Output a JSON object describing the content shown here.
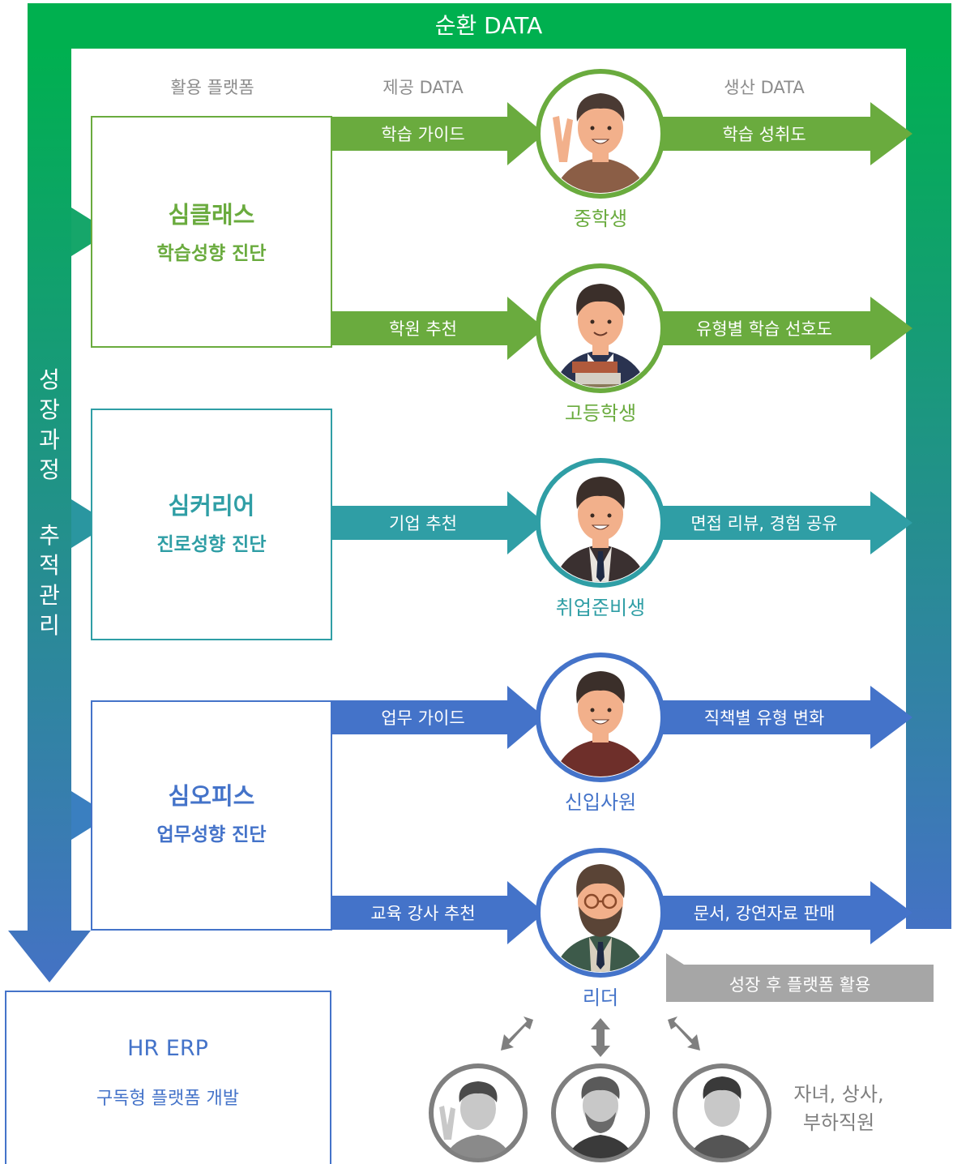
{
  "colors": {
    "green": "#6aab3e",
    "teal": "#2f9ea5",
    "blue": "#4473c9",
    "gray": "#a6a6a6",
    "frame_top": "#00b050",
    "frame_bottom": "#4472c4"
  },
  "frame": {
    "top_label": "순환 DATA",
    "side_label_a": [
      "성",
      "장",
      "과",
      "정"
    ],
    "side_label_b": [
      "추",
      "적",
      "관",
      "리"
    ]
  },
  "headers": {
    "platform": "활용 플랫폼",
    "provided": "제공 DATA",
    "produced": "생산 DATA"
  },
  "platforms": [
    {
      "name": "심클래스",
      "sub": "학습성향 진단",
      "color": "green"
    },
    {
      "name": "심커리어",
      "sub": "진로성향 진단",
      "color": "teal"
    },
    {
      "name": "심오피스",
      "sub": "업무성향 진단",
      "color": "blue"
    }
  ],
  "rows": [
    {
      "provided": "학습 가이드",
      "persona": "중학생",
      "produced": "학습 성취도",
      "color": "green"
    },
    {
      "provided": "학원 추천",
      "persona": "고등학생",
      "produced": "유형별 학습 선호도",
      "color": "green"
    },
    {
      "provided": "기업 추천",
      "persona": "취업준비생",
      "produced": "면접 리뷰, 경험 공유",
      "color": "teal"
    },
    {
      "provided": "업무 가이드",
      "persona": "신입사원",
      "produced": "직책별 유형 변화",
      "color": "blue"
    },
    {
      "provided": "교육 강사 추천",
      "persona": "리더",
      "produced": "문서, 강연자료 판매",
      "color": "blue"
    }
  ],
  "callout": "성장 후 플랫폼 활용",
  "hr_box": {
    "title": "HR ERP",
    "sub": "구독형 플랫폼 개발"
  },
  "relations": [
    "자녀, 상사,",
    "부하직원"
  ]
}
